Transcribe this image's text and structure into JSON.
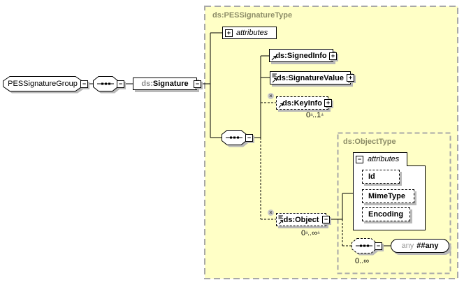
{
  "outer_container": {
    "title": "ds:PESSignatureType"
  },
  "inner_container": {
    "title": "ds:ObjectType"
  },
  "icons": {
    "plus": "+",
    "minus": "−",
    "x_marker": "×",
    "spinner": "±"
  },
  "nodes": {
    "group": {
      "label": "PESSignatureGroup"
    },
    "signature": {
      "prefix": "ds:",
      "name": "Signature"
    },
    "attributes_pes": {
      "label": "attributes"
    },
    "signed_info": {
      "label": "ds:SignedInfo"
    },
    "signature_value": {
      "label": "ds:SignatureValue"
    },
    "key_info": {
      "label": "ds:KeyInfo",
      "occurrence_min": "0",
      "occurrence_sep": "..",
      "occurrence_max": "1"
    },
    "object": {
      "label": "ds:Object",
      "occurrence_min": "0",
      "occurrence_sep": "..",
      "occurrence_max": "∞"
    },
    "attributes_object": {
      "label": "attributes"
    },
    "attr_id": {
      "label": "Id"
    },
    "attr_mimetype": {
      "label": "MimeType"
    },
    "attr_encoding": {
      "label": "Encoding"
    },
    "any_sequence": {
      "occurrence": "0..∞"
    },
    "any_element": {
      "prefix": "any",
      "name": "##any"
    }
  },
  "colors": {
    "container_fill": "#ffffc6",
    "container_border": "#a8a8a8",
    "container_title": "#8d8d68",
    "node_border": "#000000",
    "node_shadow": "#b9b9b9",
    "prefix_text": "#8c8c8c"
  }
}
